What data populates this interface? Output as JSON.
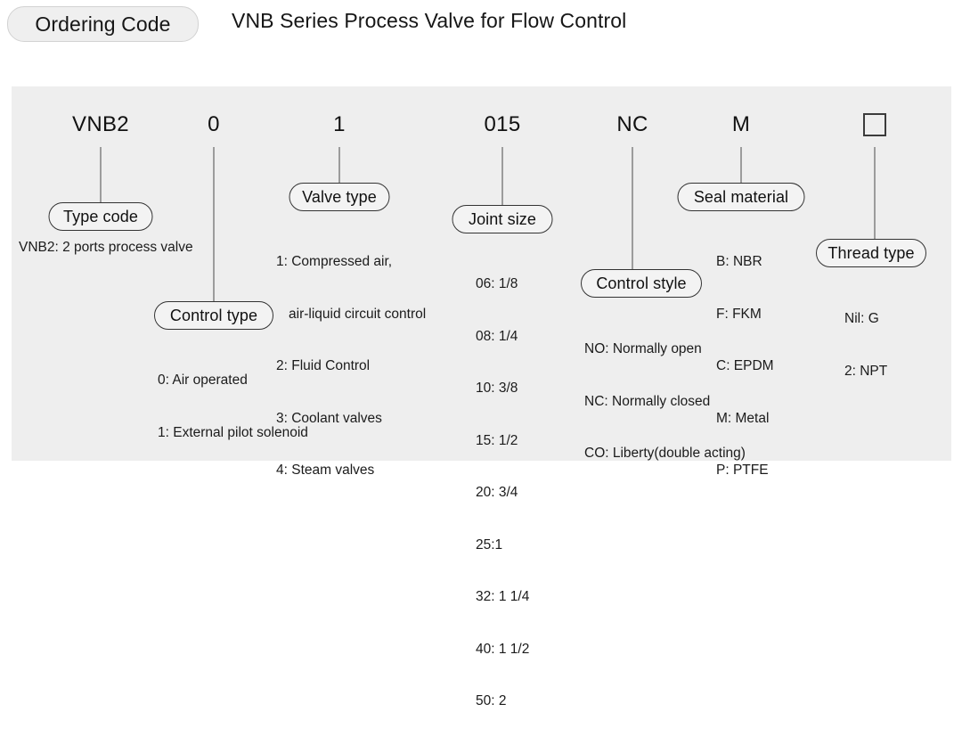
{
  "header": {
    "badge_label": "Ordering Code",
    "title": "VNB Series Process Valve for Flow Control"
  },
  "code_row": {
    "tokens": [
      {
        "name": "type-code",
        "text": "VNB2"
      },
      {
        "name": "control-type",
        "text": "0"
      },
      {
        "name": "valve-type",
        "text": "1"
      },
      {
        "name": "joint-size",
        "text": "015"
      },
      {
        "name": "control-style",
        "text": "NC"
      },
      {
        "name": "seal-material",
        "text": "M"
      },
      {
        "name": "thread-type",
        "text": ""
      }
    ]
  },
  "sections": {
    "type_code": {
      "label": "Type code",
      "note": "VNB2: 2 ports process valve"
    },
    "control_type": {
      "label": "Control type",
      "options": [
        "0: Air operated",
        "1: External pilot solenoid"
      ]
    },
    "valve_type": {
      "label": "Valve type",
      "options": [
        "1: Compressed air,",
        "air-liquid circuit control",
        "2: Fluid Control",
        "3: Coolant valves",
        "4: Steam valves"
      ]
    },
    "joint_size": {
      "label": "Joint size",
      "options": [
        "06: 1/8",
        "08: 1/4",
        "10: 3/8",
        "15: 1/2",
        "20: 3/4",
        "25:1",
        "32: 1 1/4",
        "40: 1 1/2",
        "50: 2"
      ]
    },
    "control_style": {
      "label": "Control style",
      "options": [
        "NO: Normally open",
        "NC: Normally closed",
        "CO: Liberty(double acting)"
      ]
    },
    "seal_material": {
      "label": "Seal material",
      "options": [
        "B: NBR",
        "F: FKM",
        "C: EPDM",
        "M: Metal",
        "P: PTFE"
      ]
    },
    "thread_type": {
      "label": "Thread type",
      "options": [
        "Nil: G",
        "2: NPT"
      ]
    }
  },
  "colors": {
    "panel_background": "#eeeeee",
    "page_background": "#ffffff",
    "line": "#4a4a4a",
    "pill_border": "#333333",
    "text": "#111111"
  }
}
